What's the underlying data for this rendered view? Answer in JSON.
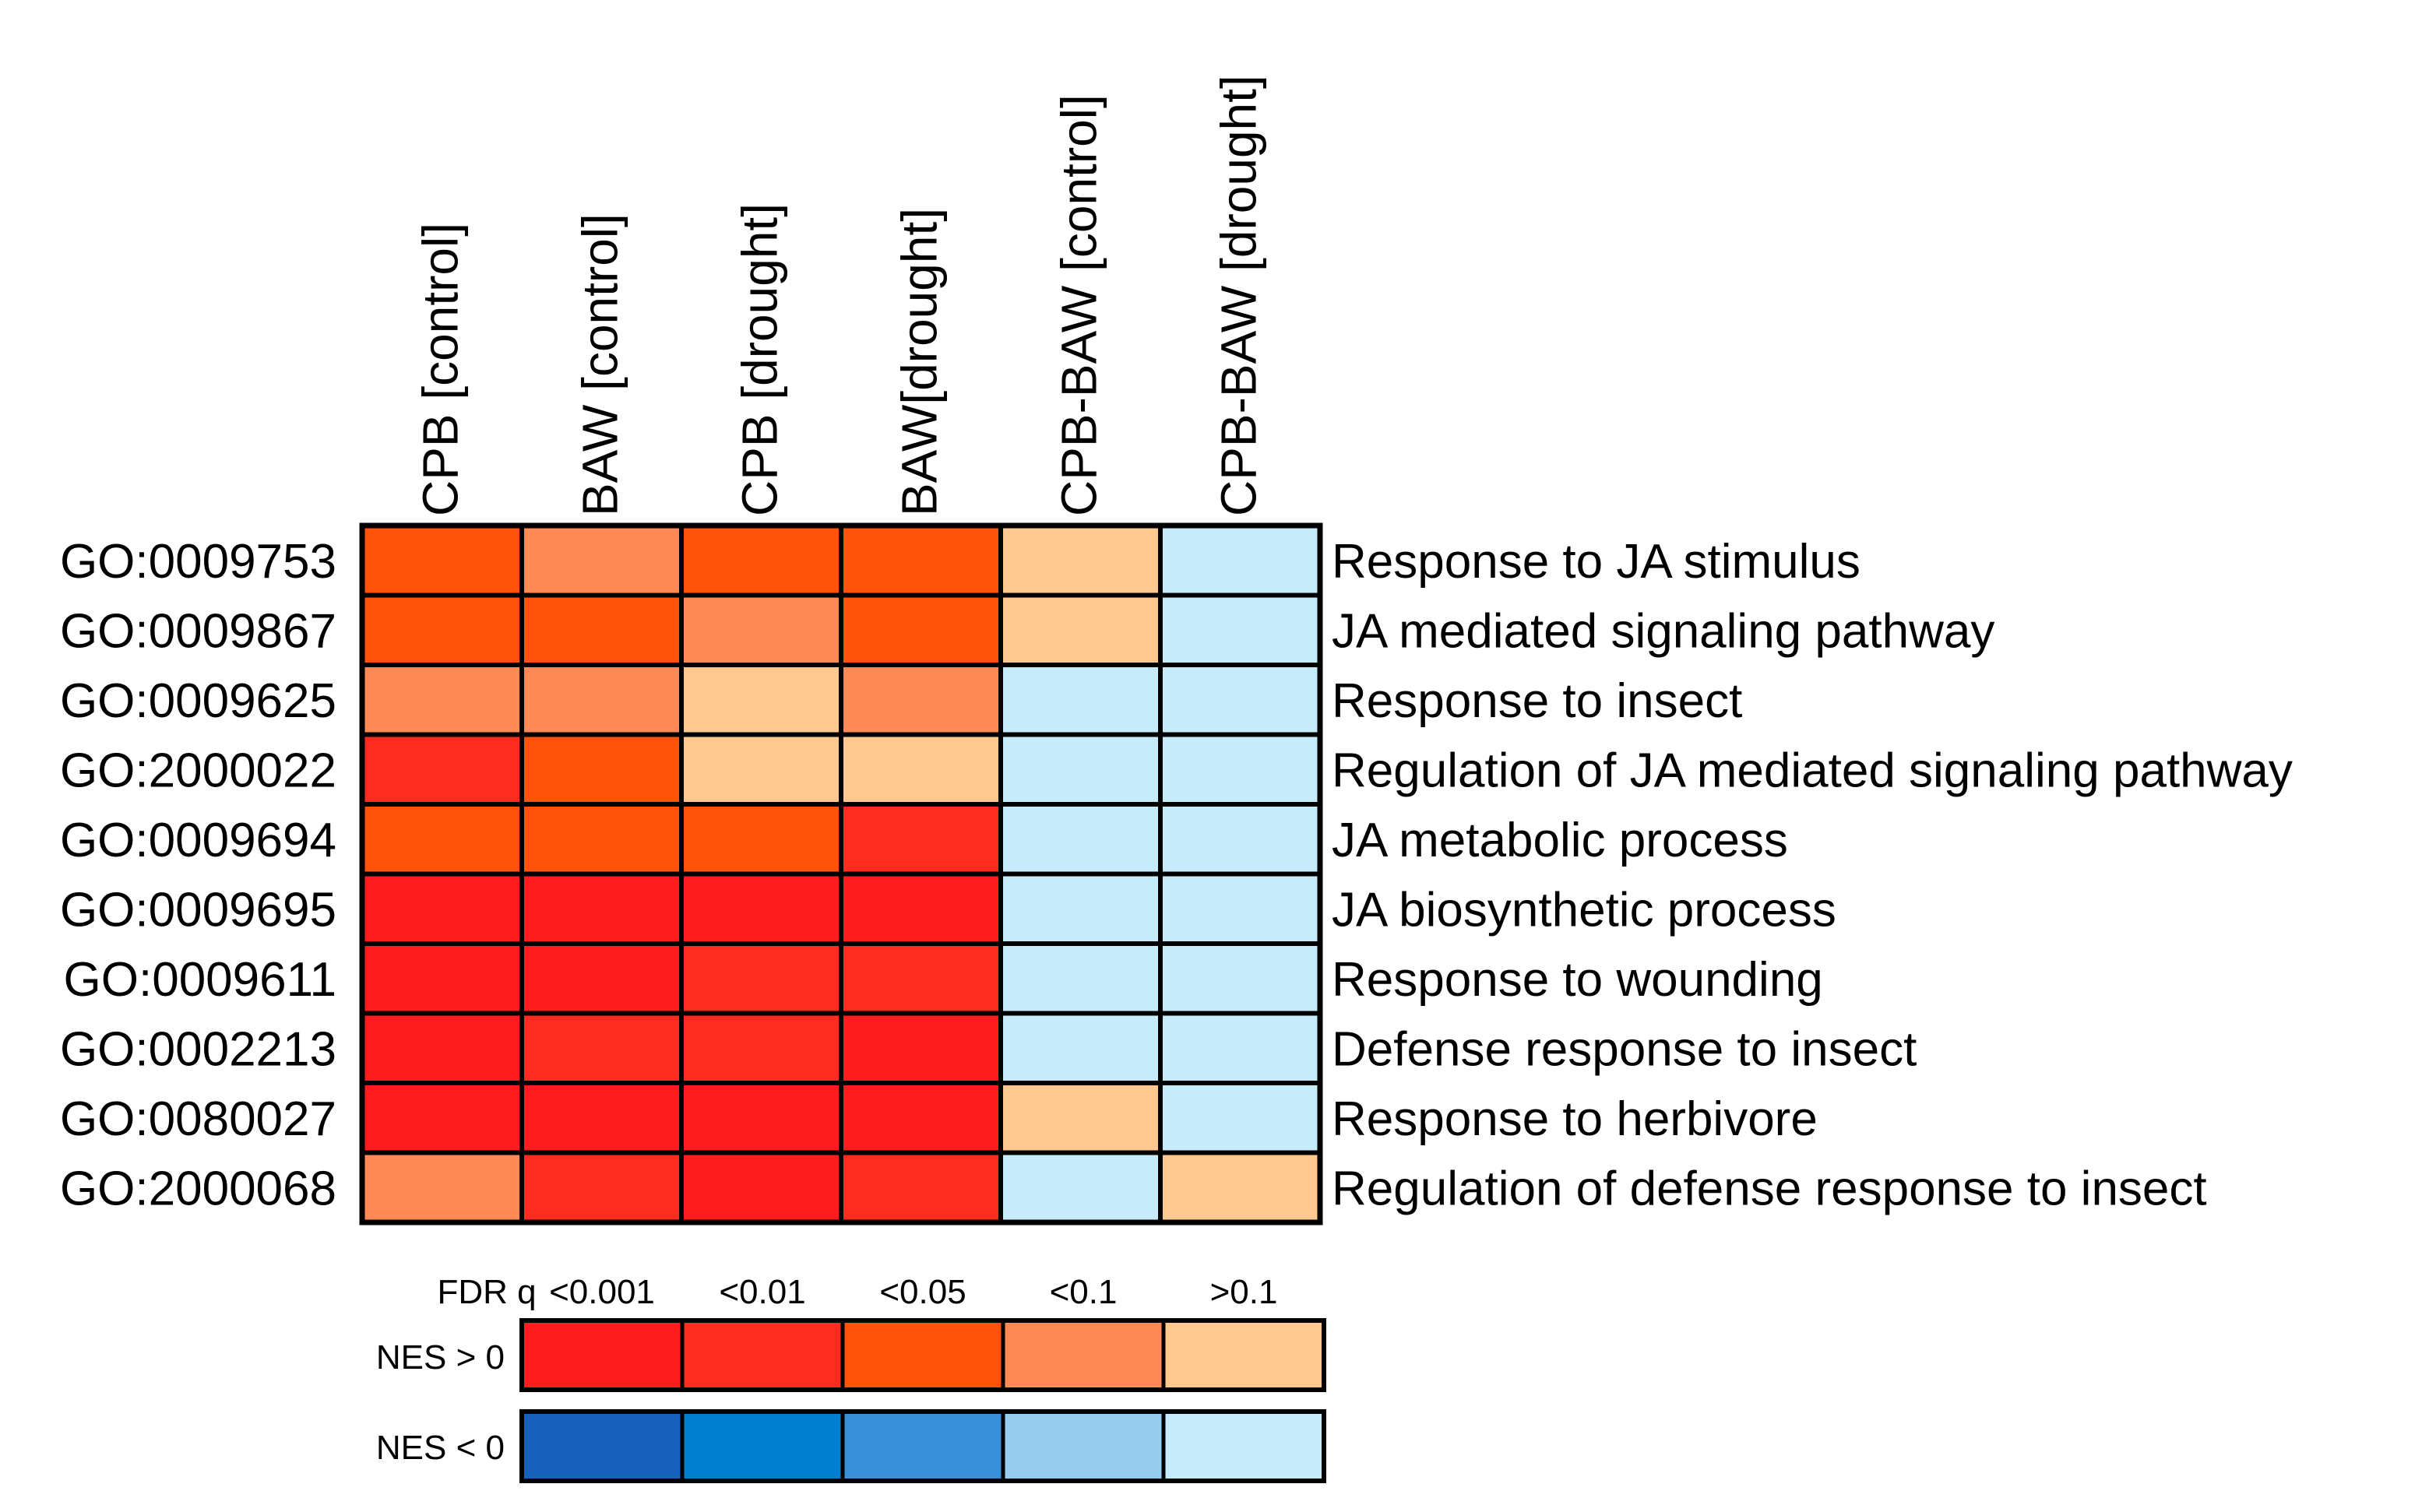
{
  "chart_data": {
    "type": "heatmap",
    "title": "",
    "columns": [
      "CPB [control]",
      "BAW [control]",
      "CPB [drought]",
      "BAW[drought]",
      "CPB-BAW [control]",
      "CPB-BAW [drought]"
    ],
    "rows": [
      {
        "id": "GO:0009753",
        "term": "Response to JA stimulus",
        "fdr_levels": [
          "<0.05",
          "<0.1",
          "<0.05",
          "<0.05",
          ">0.1",
          ">0.1"
        ],
        "nes_signs": [
          "+",
          "+",
          "+",
          "+",
          "+",
          "-"
        ]
      },
      {
        "id": "GO:0009867",
        "term": "JA mediated signaling pathway",
        "fdr_levels": [
          "<0.05",
          "<0.05",
          "<0.1",
          "<0.05",
          ">0.1",
          ">0.1"
        ],
        "nes_signs": [
          "+",
          "+",
          "+",
          "+",
          "+",
          "-"
        ]
      },
      {
        "id": "GO:0009625",
        "term": "Response to insect",
        "fdr_levels": [
          "<0.1",
          "<0.1",
          ">0.1",
          "<0.1",
          ">0.1",
          ">0.1"
        ],
        "nes_signs": [
          "+",
          "+",
          "+",
          "+",
          "-",
          "-"
        ]
      },
      {
        "id": "GO:2000022",
        "term": "Regulation of JA mediated signaling pathway",
        "fdr_levels": [
          "<0.01",
          "<0.05",
          ">0.1",
          ">0.1",
          ">0.1",
          ">0.1"
        ],
        "nes_signs": [
          "+",
          "+",
          "+",
          "+",
          "-",
          "-"
        ]
      },
      {
        "id": "GO:0009694",
        "term": "JA metabolic process",
        "fdr_levels": [
          "<0.05",
          "<0.05",
          "<0.05",
          "<0.01",
          ">0.1",
          ">0.1"
        ],
        "nes_signs": [
          "+",
          "+",
          "+",
          "+",
          "-",
          "-"
        ]
      },
      {
        "id": "GO:0009695",
        "term": "JA biosynthetic process",
        "fdr_levels": [
          "<0.001",
          "<0.001",
          "<0.001",
          "<0.001",
          ">0.1",
          ">0.1"
        ],
        "nes_signs": [
          "+",
          "+",
          "+",
          "+",
          "-",
          "-"
        ]
      },
      {
        "id": "GO:0009611",
        "term": "Response to wounding",
        "fdr_levels": [
          "<0.001",
          "<0.001",
          "<0.01",
          "<0.01",
          ">0.1",
          ">0.1"
        ],
        "nes_signs": [
          "+",
          "+",
          "+",
          "+",
          "-",
          "-"
        ]
      },
      {
        "id": "GO:0002213",
        "term": "Defense response to insect",
        "fdr_levels": [
          "<0.001",
          "<0.01",
          "<0.01",
          "<0.001",
          ">0.1",
          ">0.1"
        ],
        "nes_signs": [
          "+",
          "+",
          "+",
          "+",
          "-",
          "-"
        ]
      },
      {
        "id": "GO:0080027",
        "term": "Response to herbivore",
        "fdr_levels": [
          "<0.001",
          "<0.001",
          "<0.001",
          "<0.001",
          ">0.1",
          ">0.1"
        ],
        "nes_signs": [
          "+",
          "+",
          "+",
          "+",
          "+",
          "-"
        ]
      },
      {
        "id": "GO:2000068",
        "term": "Regulation of defense response to insect",
        "fdr_levels": [
          "<0.1",
          "<0.01",
          "<0.001",
          "<0.01",
          ">0.1",
          ">0.1"
        ],
        "nes_signs": [
          "+",
          "+",
          "+",
          "+",
          "-",
          "+"
        ]
      }
    ],
    "legend": {
      "header_label": "FDR q",
      "levels": [
        "<0.001",
        "<0.01",
        "<0.05",
        "<0.1",
        ">0.1"
      ],
      "positive_label": "NES > 0",
      "negative_label": "NES < 0",
      "positive_colors": [
        "#ff1c1e",
        "#fe2b20",
        "#ff520a",
        "#ff8a55",
        "#ffc88e"
      ],
      "negative_colors": [
        "#1760bb",
        "#007ed0",
        "#3a90d8",
        "#96cdef",
        "#c6ecfb"
      ]
    }
  }
}
